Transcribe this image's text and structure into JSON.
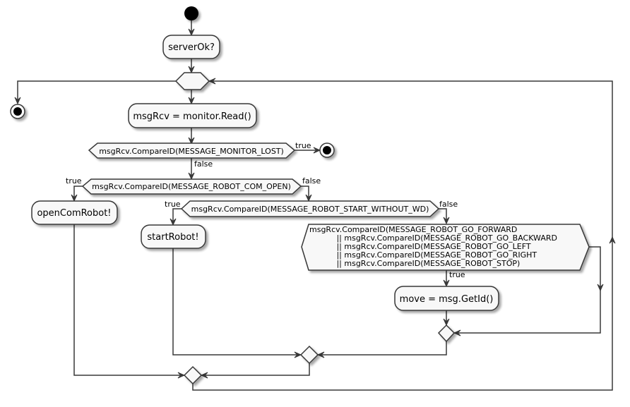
{
  "diagram": {
    "type": "activity",
    "nodes": {
      "server_ok": "serverOk?",
      "read": "msgRcv = monitor.Read()",
      "cond_monitor_lost": "msgRcv.CompareID(MESSAGE_MONITOR_LOST)",
      "cond_com_open": "msgRcv.CompareID(MESSAGE_ROBOT_COM_OPEN)",
      "open_com_robot": "openComRobot!",
      "cond_start_without_wd": "msgRcv.CompareID(MESSAGE_ROBOT_START_WITHOUT_WD)",
      "start_robot": "startRobot!",
      "cond_move_lines": [
        "msgRcv.CompareID(MESSAGE_ROBOT_GO_FORWARD",
        "           || msgRcv.CompareID(MESSAGE_ROBOT_GO_BACKWARD",
        "           || msgRcv.CompareID(MESSAGE_ROBOT_GO_LEFT",
        "           || msgRcv.CompareID(MESSAGE_ROBOT_GO_RIGHT",
        "           || msgRcv.CompareID(MESSAGE_ROBOT_STOP)"
      ],
      "move": "move = msg.GetId()"
    },
    "edge_labels": {
      "true": "true",
      "false": "false"
    }
  }
}
